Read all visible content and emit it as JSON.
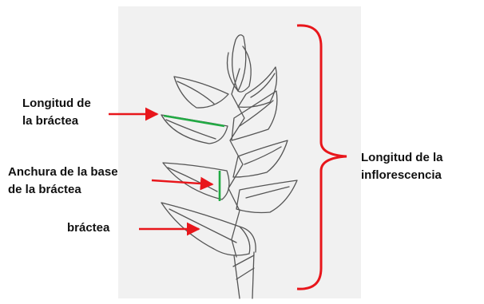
{
  "labels": {
    "bract_length": {
      "line1": "Longitud de",
      "line2": "la bráctea"
    },
    "bract_base_width": {
      "line1": "Anchura de la base",
      "line2": "de la bráctea"
    },
    "bract": {
      "line1": "bráctea"
    },
    "inflorescence_length": {
      "line1": "Longitud de la",
      "line2": "inflorescencia"
    }
  },
  "colors": {
    "arrow": "#e8161b",
    "bracket": "#e8161b",
    "length_marker": "#22aa44",
    "width_marker": "#22aa44",
    "sketch_stroke": "#555555",
    "paper": "#f1f1f1"
  }
}
